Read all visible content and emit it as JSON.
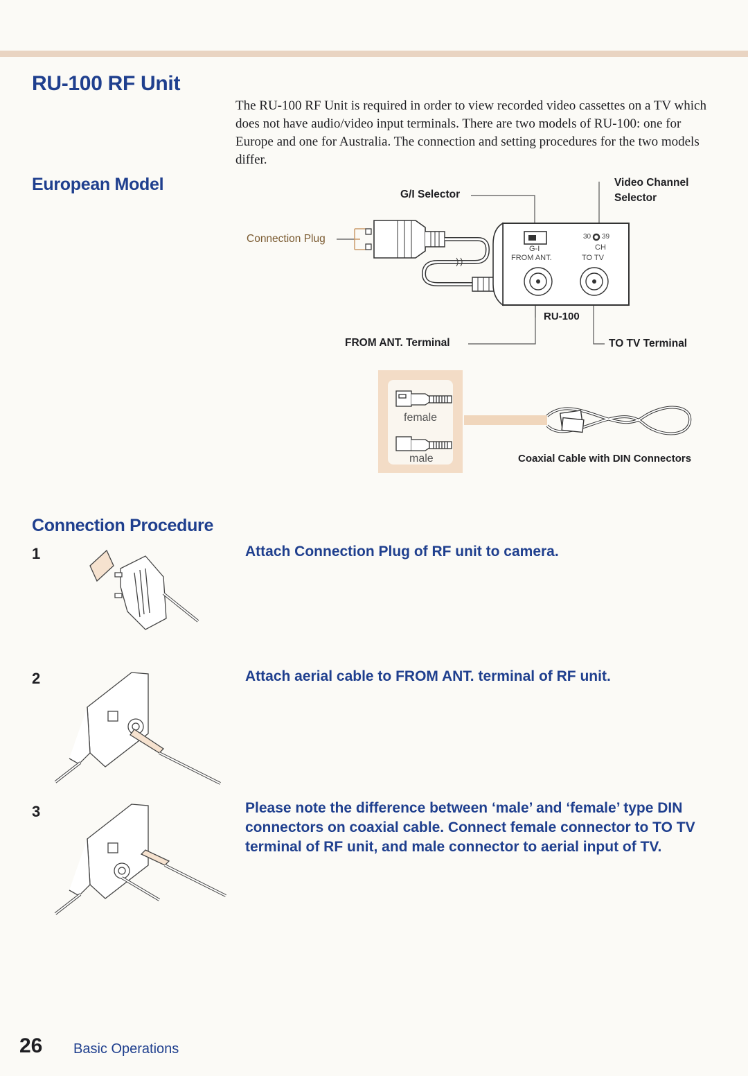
{
  "page": {
    "title": "RU-100 RF Unit",
    "section_european": "European Model",
    "intro": "The RU-100 RF Unit is required in order to view recorded video cassettes on a TV which does not have audio/video input terminals. There are two models of RU-100: one for Europe and one for Australia. The connection and setting procedures for the two models differ.",
    "section_procedure": "Connection Procedure"
  },
  "diagram": {
    "gi_selector": "G/I Selector",
    "video_channel_selector_line1": "Video Channel",
    "video_channel_selector_line2": "Selector",
    "connection_plug": "Connection Plug",
    "from_ant_terminal": "FROM ANT. Terminal",
    "to_tv_terminal": "TO TV Terminal",
    "unit_label": "RU-100",
    "panel_gi": "G-I",
    "panel_from_ant": "FROM ANT.",
    "panel_to_tv": "TO TV",
    "panel_ch": "CH",
    "panel_ch_low": "30",
    "panel_ch_high": "39",
    "female": "female",
    "male": "male",
    "coaxial_caption": "Coaxial Cable with DIN Connectors"
  },
  "steps": [
    {
      "num": "1",
      "text": "Attach Connection Plug of RF unit to camera."
    },
    {
      "num": "2",
      "text": "Attach aerial cable to FROM ANT. terminal of RF unit."
    },
    {
      "num": "3",
      "text": "Please note the difference between ‘male’ and ‘female’ type DIN connectors on coaxial cable. Connect female connector to TO TV terminal of RF unit, and male connector to aerial input of TV."
    }
  ],
  "footer": {
    "page_number": "26",
    "section": "Basic Operations"
  },
  "colors": {
    "heading_blue": "#1f3f8e",
    "accent_band": "#e9d4c2",
    "inset_orange": "#f3dcc6"
  }
}
